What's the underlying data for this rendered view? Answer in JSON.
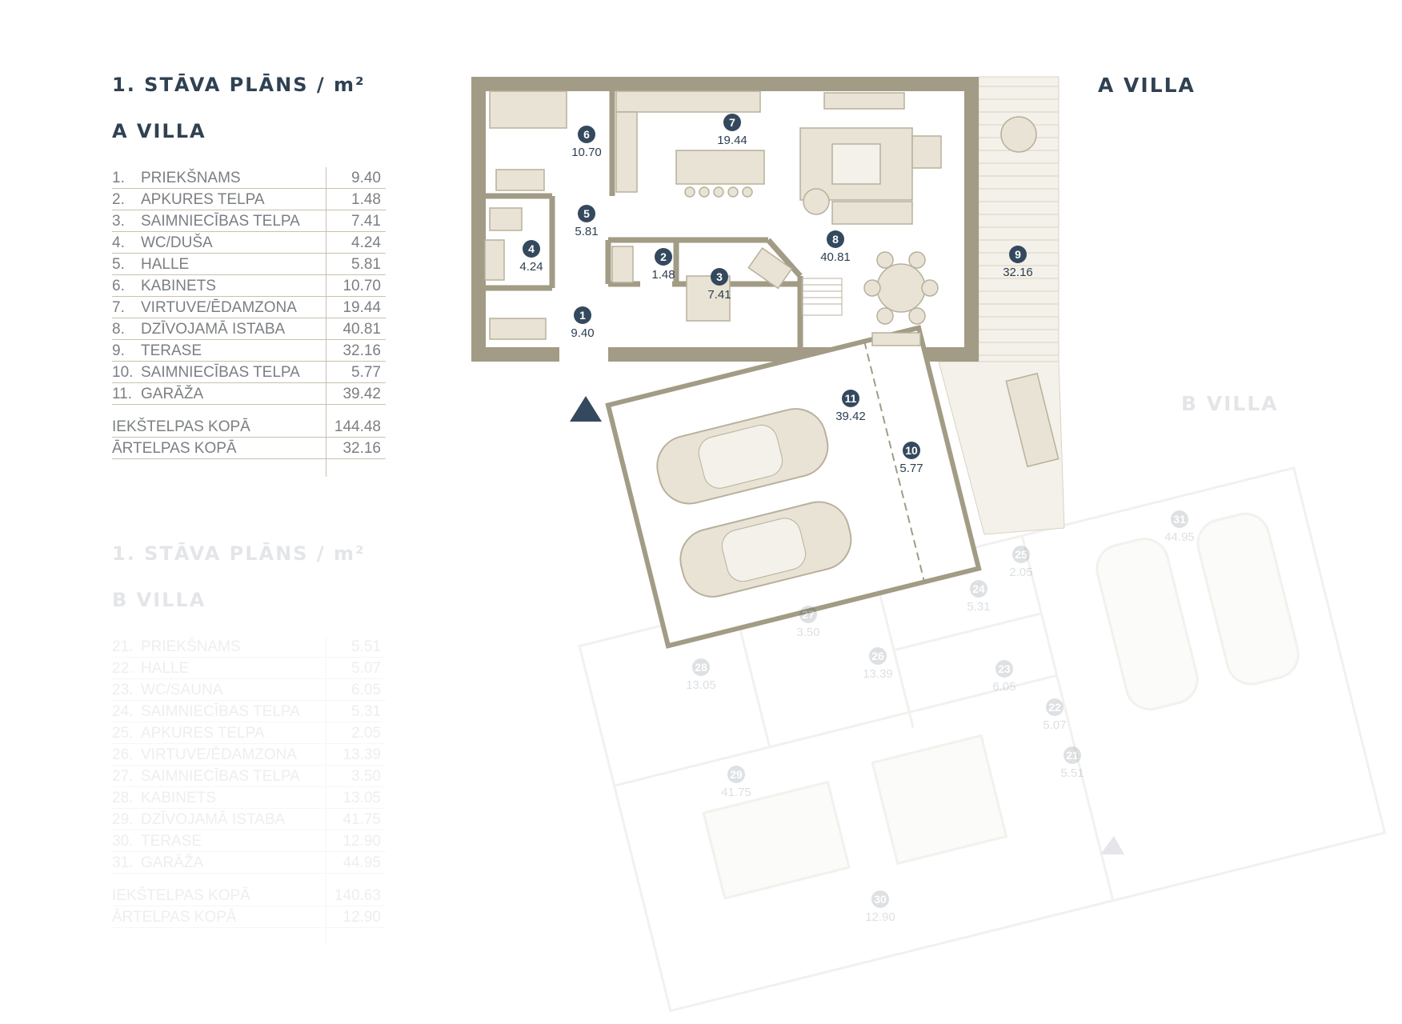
{
  "villa_a": {
    "title": "1. STĀVA PLĀNS / m²",
    "villa_name": "A VILLA",
    "plan_label": "A VILLA",
    "rooms": [
      {
        "no": "1.",
        "name": "PRIEKŠNAMS",
        "area": "9.40"
      },
      {
        "no": "2.",
        "name": "APKURES TELPA",
        "area": "1.48"
      },
      {
        "no": "3.",
        "name": "SAIMNIECĪBAS TELPA",
        "area": "7.41"
      },
      {
        "no": "4.",
        "name": "WC/DUŠA",
        "area": "4.24"
      },
      {
        "no": "5.",
        "name": "HALLE",
        "area": "5.81"
      },
      {
        "no": "6.",
        "name": "KABINETS",
        "area": "10.70"
      },
      {
        "no": "7.",
        "name": "VIRTUVE/ĒDAMZONA",
        "area": "19.44"
      },
      {
        "no": "8.",
        "name": "DZĪVOJAMĀ ISTABA",
        "area": "40.81"
      },
      {
        "no": "9.",
        "name": "TERASE",
        "area": "32.16"
      },
      {
        "no": "10.",
        "name": "SAIMNIECĪBAS TELPA",
        "area": "5.77"
      },
      {
        "no": "11.",
        "name": "GARĀŽA",
        "area": "39.42"
      }
    ],
    "totals": [
      {
        "name": "IEKŠTELPAS KOPĀ",
        "area": "144.48"
      },
      {
        "name": "ĀRTELPAS KOPĀ",
        "area": "32.16"
      }
    ],
    "markers": [
      {
        "num": "1",
        "area": "9.40"
      },
      {
        "num": "2",
        "area": "1.48"
      },
      {
        "num": "3",
        "area": "7.41"
      },
      {
        "num": "4",
        "area": "4.24"
      },
      {
        "num": "5",
        "area": "5.81"
      },
      {
        "num": "6",
        "area": "10.70"
      },
      {
        "num": "7",
        "area": "19.44"
      },
      {
        "num": "8",
        "area": "40.81"
      },
      {
        "num": "9",
        "area": "32.16"
      },
      {
        "num": "10",
        "area": "5.77"
      },
      {
        "num": "11",
        "area": "39.42"
      }
    ]
  },
  "villa_b": {
    "title": "1. STĀVA PLĀNS / m²",
    "villa_name": "B VILLA",
    "plan_label": "B VILLA",
    "rooms": [
      {
        "no": "21.",
        "name": "PRIEKŠNAMS",
        "area": "5.51"
      },
      {
        "no": "22.",
        "name": "HALLE",
        "area": "5.07"
      },
      {
        "no": "23.",
        "name": "WC/SAUNA",
        "area": "6.05"
      },
      {
        "no": "24.",
        "name": "SAIMNIECĪBAS TELPA",
        "area": "5.31"
      },
      {
        "no": "25.",
        "name": "APKURES TELPA",
        "area": "2.05"
      },
      {
        "no": "26.",
        "name": "VIRTUVE/ĒDAMZONA",
        "area": "13.39"
      },
      {
        "no": "27.",
        "name": "SAIMNIECĪBAS TELPA",
        "area": "3.50"
      },
      {
        "no": "28.",
        "name": "KABINETS",
        "area": "13.05"
      },
      {
        "no": "29.",
        "name": "DZĪVOJAMĀ ISTABA",
        "area": "41.75"
      },
      {
        "no": "30.",
        "name": "TERASE",
        "area": "12.90"
      },
      {
        "no": "31.",
        "name": "GARĀŽA",
        "area": "44.95"
      }
    ],
    "totals": [
      {
        "name": "IEKŠTELPAS KOPĀ",
        "area": "140.63"
      },
      {
        "name": "ĀRTELPAS KOPĀ",
        "area": "12.90"
      }
    ],
    "markers": [
      {
        "num": "21",
        "area": "5.51"
      },
      {
        "num": "22",
        "area": "5.07"
      },
      {
        "num": "23",
        "area": "6.05"
      },
      {
        "num": "24",
        "area": "5.31"
      },
      {
        "num": "25",
        "area": "2.05"
      },
      {
        "num": "26",
        "area": "13.39"
      },
      {
        "num": "27",
        "area": "3.50"
      },
      {
        "num": "28",
        "area": "13.05"
      },
      {
        "num": "29",
        "area": "41.75"
      },
      {
        "num": "30",
        "area": "12.90"
      },
      {
        "num": "31",
        "area": "44.95"
      }
    ]
  },
  "colors": {
    "wall": "#a29b85",
    "marker": "#34495e",
    "text_dark": "#2f4152",
    "text_gray": "#7c7f82",
    "rule": "#c8c1ad",
    "furniture": "#e8e3d4"
  }
}
